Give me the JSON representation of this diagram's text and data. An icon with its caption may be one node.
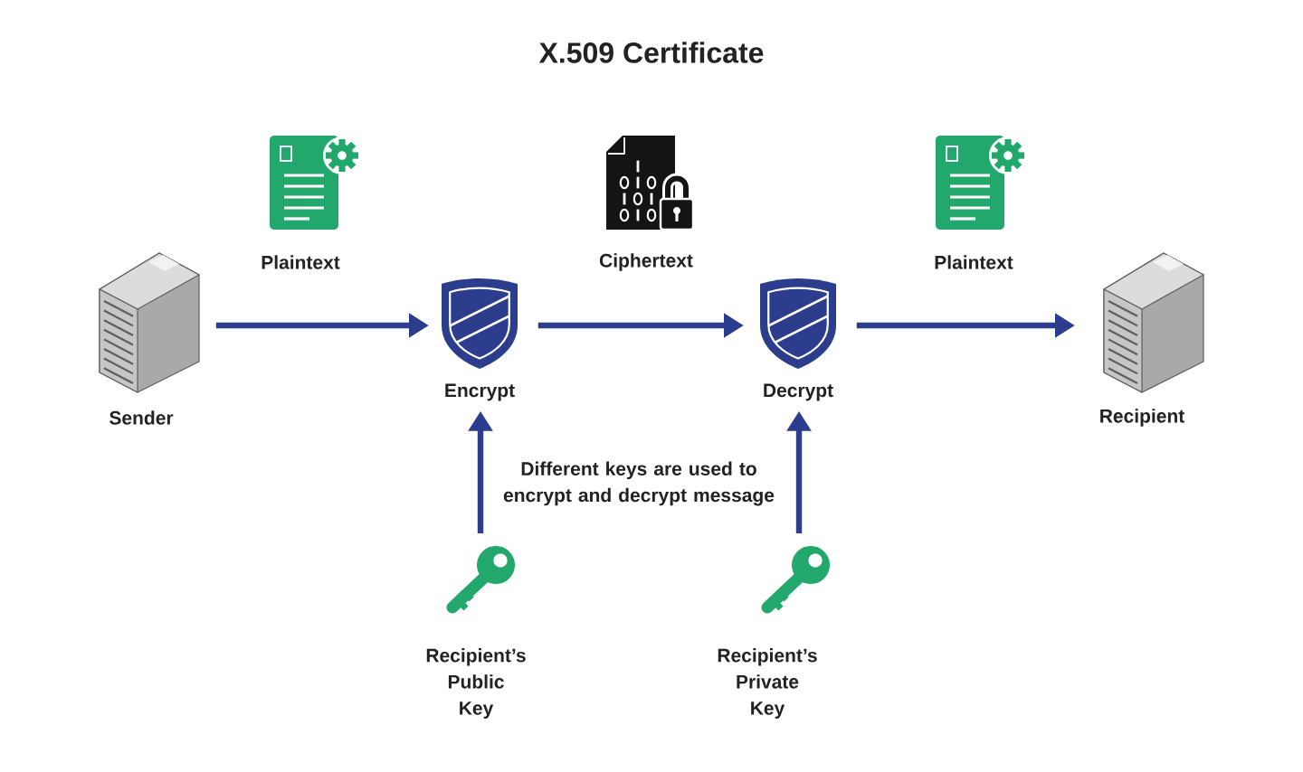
{
  "diagram": {
    "title": "X.509 Certificate",
    "nodes": [
      {
        "text": [
          "Sender"
        ]
      },
      {
        "text": [
          "Encrypt"
        ]
      },
      {
        "text": [
          "Decrypt"
        ]
      },
      {
        "text": [
          "Recipient"
        ]
      },
      {
        "text": [
          "Recipient’s Public Key"
        ]
      },
      {
        "text": [
          "Recipient’s Private Key"
        ]
      }
    ],
    "edges": [
      {
        "from": 0,
        "to": 1,
        "arrow": "to",
        "label": "Plaintext"
      },
      {
        "from": 1,
        "to": 2,
        "arrow": "to",
        "label": "Ciphertext"
      },
      {
        "from": 2,
        "to": 3,
        "arrow": "to",
        "label": "Plaintext"
      },
      {
        "from": 4,
        "to": 1,
        "arrow": "to"
      },
      {
        "from": 5,
        "to": 2,
        "arrow": "to"
      }
    ],
    "labels": [
      "Different keys are used to encrypt and decrypt message"
    ]
  }
}
